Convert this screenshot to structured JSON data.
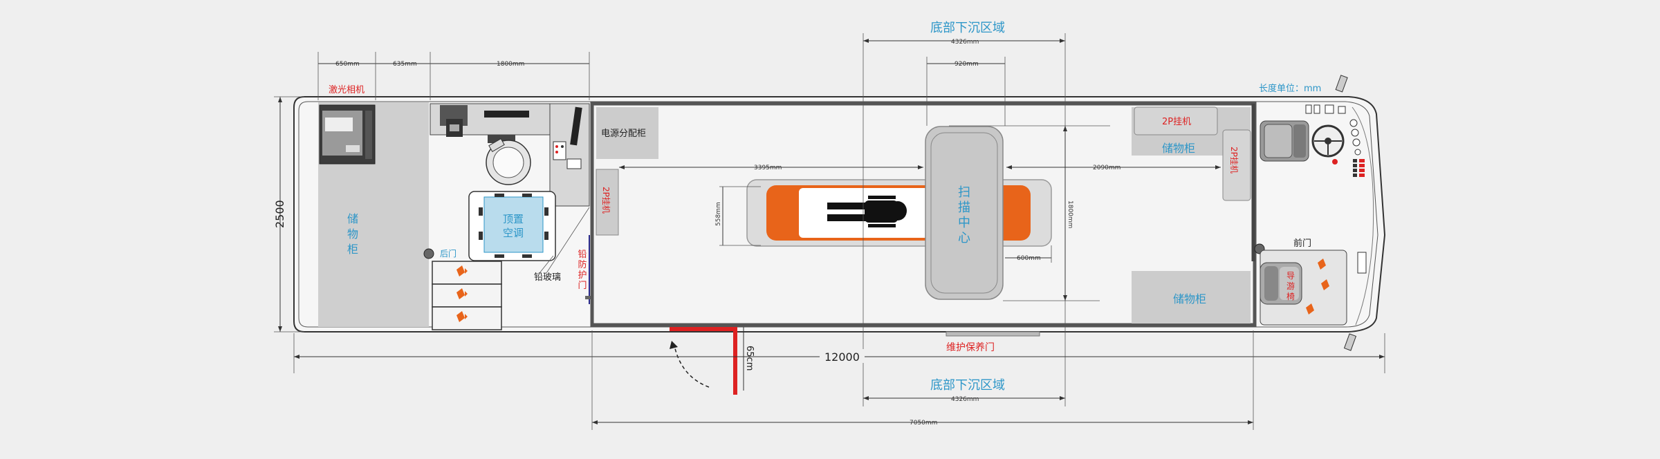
{
  "labels": {
    "bottom_sink_top": "底部下沉区域",
    "bottom_sink_bottom": "底部下沉区域",
    "unit_note": "长度单位：mm",
    "laser_camera": "激光相机",
    "storage_left": "储物柜",
    "rear_door": "后门",
    "roof_ac": "顶置空调",
    "lead_glass": "铅玻璃",
    "lead_door": "铅防护门",
    "power_cabinet": "电源分配柜",
    "ac_2p_left": "2P挂机",
    "scan_center": "扫描中心",
    "ac_2p_top": "2P挂机",
    "storage_top": "储物柜",
    "ac_2p_right": "2P挂机",
    "front_door": "前门",
    "guide_seat": "导游椅",
    "storage_bottom": "储物柜",
    "maintenance_door": "维护保养门",
    "door_opening": "65cm"
  },
  "dimensions": {
    "d650": "650mm",
    "d635": "635mm",
    "d1800_top": "1800mm",
    "d4326_top": "4326mm",
    "d920": "920mm",
    "d3395": "3395mm",
    "d2090": "2090mm",
    "d558": "558mm",
    "d1800_side": "1800mm",
    "d600": "600mm",
    "total_width": "2500",
    "total_length": "12000",
    "d4326_bottom": "4326mm",
    "d7050": "7050mm"
  },
  "colors": {
    "accent_blue": "#2d96c8",
    "accent_red": "#d22222",
    "couch_orange": "#e8641a",
    "panel_gray": "#c8c8c8"
  }
}
